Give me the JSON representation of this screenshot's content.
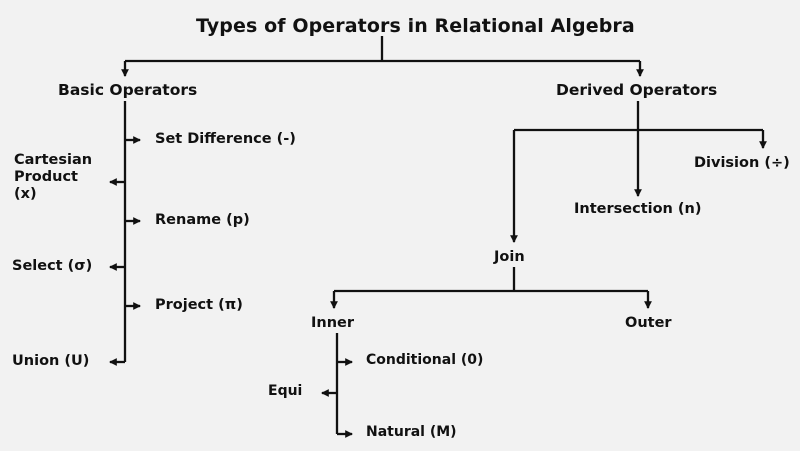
{
  "background_color": "#f2f2f2",
  "line_color": "#111111",
  "text_color": "#111111",
  "title": "Types of Operators in Relational Algebra",
  "nodes": {
    "basic": "Basic Operators",
    "derived": "Derived Operators",
    "set_difference": "Set Difference (-)",
    "cartesian_product": "Cartesian\nProduct\n(x)",
    "rename": "Rename (p)",
    "select": "Select (σ)",
    "project": "Project (π)",
    "union": "Union (U)",
    "division": "Division (÷)",
    "intersection": "Intersection (n)",
    "join": "Join",
    "inner": "Inner",
    "outer": "Outer",
    "conditional": "Conditional (0)",
    "equi": "Equi",
    "natural": "Natural (M)"
  },
  "chart_data": {
    "type": "diagram",
    "layout": "hierarchical-tree",
    "root": "Types of Operators in Relational Algebra",
    "edges": [
      {
        "from": "Types of Operators in Relational Algebra",
        "to": "Basic Operators"
      },
      {
        "from": "Types of Operators in Relational Algebra",
        "to": "Derived Operators"
      },
      {
        "from": "Basic Operators",
        "to": "Set Difference (-)"
      },
      {
        "from": "Basic Operators",
        "to": "Cartesian Product (x)"
      },
      {
        "from": "Basic Operators",
        "to": "Rename (p)"
      },
      {
        "from": "Basic Operators",
        "to": "Select (σ)"
      },
      {
        "from": "Basic Operators",
        "to": "Project (π)"
      },
      {
        "from": "Basic Operators",
        "to": "Union (U)"
      },
      {
        "from": "Derived Operators",
        "to": "Join"
      },
      {
        "from": "Derived Operators",
        "to": "Intersection (n)"
      },
      {
        "from": "Derived Operators",
        "to": "Division (÷)"
      },
      {
        "from": "Join",
        "to": "Inner"
      },
      {
        "from": "Join",
        "to": "Outer"
      },
      {
        "from": "Inner",
        "to": "Conditional (0)"
      },
      {
        "from": "Inner",
        "to": "Equi"
      },
      {
        "from": "Inner",
        "to": "Natural (M)"
      }
    ]
  }
}
